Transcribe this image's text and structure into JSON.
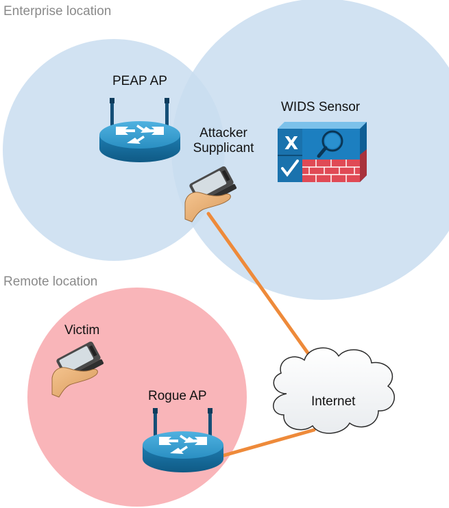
{
  "zones": {
    "enterprise": "Enterprise location",
    "remote": "Remote location"
  },
  "nodes": {
    "peap_ap": "PEAP AP",
    "wids_sensor": "WIDS Sensor",
    "attacker_line1": "Attacker",
    "attacker_line2": "Supplicant",
    "victim": "Victim",
    "rogue_ap": "Rogue AP",
    "internet": "Internet"
  },
  "colors": {
    "enterprise_zone": "#c9ddf0",
    "remote_zone": "#f9b5b9",
    "link": "#ee8a3a",
    "router": "#1f84b4",
    "sensor": "#1c7fc0",
    "firewall": "#e04a55"
  },
  "icons": {
    "router": "wireless-router-icon",
    "sensor": "wids-sensor-icon",
    "handheld": "handheld-device-icon",
    "cloud": "cloud-icon"
  }
}
